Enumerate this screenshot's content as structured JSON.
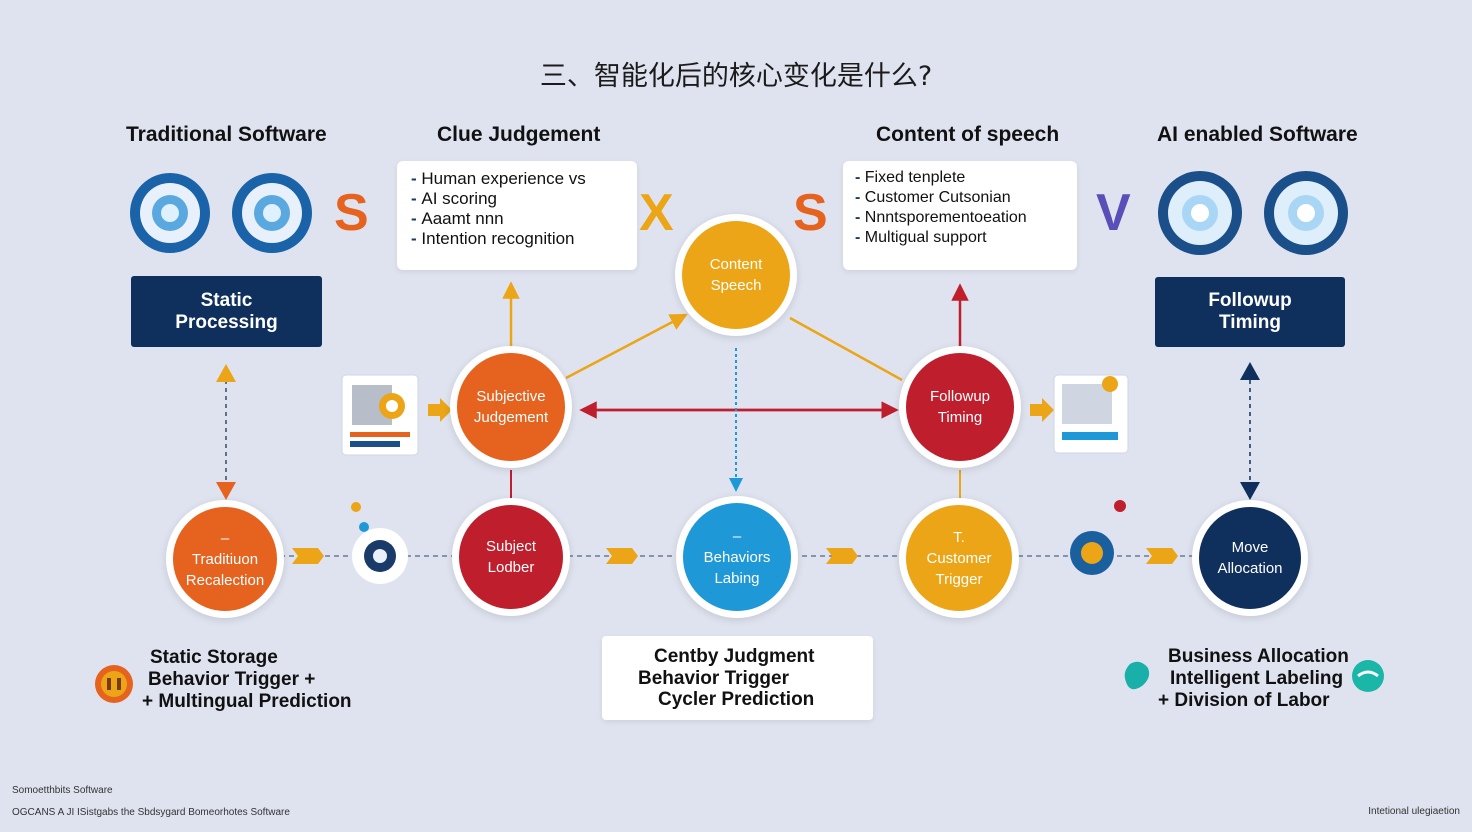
{
  "title": "三、智能化后的核心变化是什么?",
  "headings": {
    "traditional": "Traditional Software",
    "clue": "Clue Judgement",
    "content": "Content of speech",
    "ai": "AI enabled Software"
  },
  "clue_card": {
    "items": [
      "Human experience vs",
      "AI  scoring",
      "Aaamt  nnn",
      "Intention recognition"
    ]
  },
  "content_card": {
    "items": [
      "Fixed tenplete",
      "Customer Cutsonian",
      "Nnntsporementoeation",
      "Multigual support"
    ]
  },
  "letters": {
    "s1": "S",
    "x": "X",
    "s2": "S",
    "v": "V"
  },
  "boxes": {
    "static_processing": [
      "Static",
      "Processing"
    ],
    "followup_timing": [
      "Followup",
      "Timing"
    ]
  },
  "circles": {
    "content_speech": [
      "Content",
      "Speech"
    ],
    "subjective": [
      "Subjective",
      "Judgement"
    ],
    "followup": [
      "Followup",
      "Timing"
    ],
    "tradition": [
      "–",
      "Traditiuon",
      "Recalection"
    ],
    "subject_lodber": [
      "Subject",
      "Lodber"
    ],
    "behaviors": [
      "–",
      "Behaviors",
      "Labing"
    ],
    "customer_trigger": [
      "T.",
      "Customer",
      "Trigger"
    ],
    "move": [
      "Move",
      "Allocation"
    ]
  },
  "bottom": {
    "left": [
      "Static Storage",
      "Behavior Trigger  +",
      "+ Multingual Prediction"
    ],
    "center": [
      "Centby Judgment",
      "Behavior Trigger",
      "Cycler Prediction"
    ],
    "right": [
      "Business Allocation",
      "Intelligent Labeling",
      "+ Division of Labor"
    ]
  },
  "footer": {
    "line1": "Somoetthbits Software",
    "line2": "OGCANS A JI ISistgabs the Sbdsygard Bomeorhotes Software",
    "right": "Intetional ulegiaetion"
  },
  "colors": {
    "orange": "#e5621f",
    "gold": "#eba516",
    "red": "#bf1e2d",
    "blue": "#1f98d8",
    "navy": "#0f2f5c"
  }
}
